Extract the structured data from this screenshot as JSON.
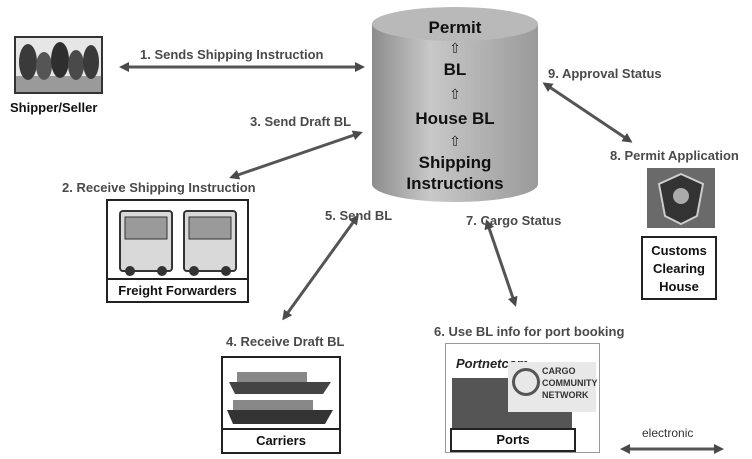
{
  "database": {
    "items": [
      "Permit",
      "BL",
      "House BL",
      "Shipping",
      "Instructions"
    ],
    "arrow_glyph": "⇧"
  },
  "actors": {
    "shipper": "Shipper/Seller",
    "freight": "Freight Forwarders",
    "carriers": "Carriers",
    "ports": "Ports",
    "customs": [
      "Customs",
      "Clearing",
      "House"
    ]
  },
  "steps": {
    "s1": "1. Sends Shipping Instruction",
    "s2": "2. Receive Shipping Instruction",
    "s3": "3. Send Draft BL",
    "s4": "4. Receive Draft BL",
    "s5": "5. Send BL",
    "s6": "6. Use BL info for port booking",
    "s7": "7. Cargo Status",
    "s8": "8. Permit Application",
    "s9": "9. Approval Status"
  },
  "logos": {
    "portnet": "Portnetcom",
    "ccn": [
      "CARGO",
      "COMMUNITY",
      "NETWORK"
    ]
  },
  "legend": {
    "electronic": "electronic"
  }
}
